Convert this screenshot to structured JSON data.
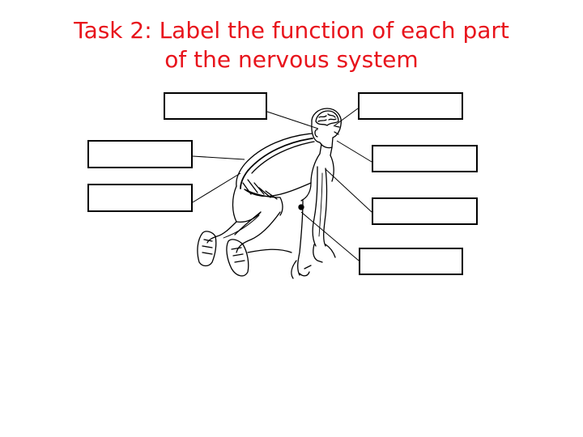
{
  "title": {
    "line1": "Task 2: Label the function of each part",
    "line2": "of the nervous system"
  },
  "colors": {
    "title": "#e8141c",
    "line": "#000000"
  },
  "label_boxes": [
    {
      "id": "top-left",
      "text": ""
    },
    {
      "id": "left-1",
      "text": ""
    },
    {
      "id": "left-2",
      "text": ""
    },
    {
      "id": "top-right",
      "text": ""
    },
    {
      "id": "right-1",
      "text": ""
    },
    {
      "id": "right-2",
      "text": ""
    },
    {
      "id": "right-3",
      "text": ""
    }
  ],
  "figure": "crouching-sprinter-with-nervous-system"
}
